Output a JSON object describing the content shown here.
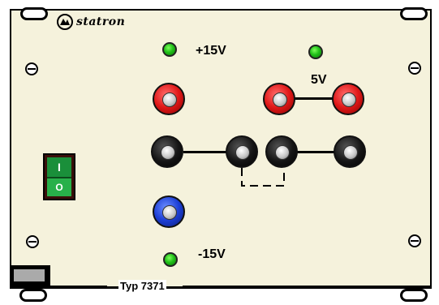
{
  "header": {
    "brand": "statron"
  },
  "labels": {
    "plus15": "+15V",
    "five": "5V",
    "minus15": "-15V"
  },
  "footer": {
    "type_label": "Typ 7371"
  },
  "switch": {
    "on_glyph": "I",
    "off_glyph": "O"
  },
  "colors": {
    "panel": "#f5f2dc",
    "led": "#22c11a",
    "red_jack": "#e01818",
    "blue_jack": "#1d3fd6",
    "switch": "#1a8f3a"
  }
}
